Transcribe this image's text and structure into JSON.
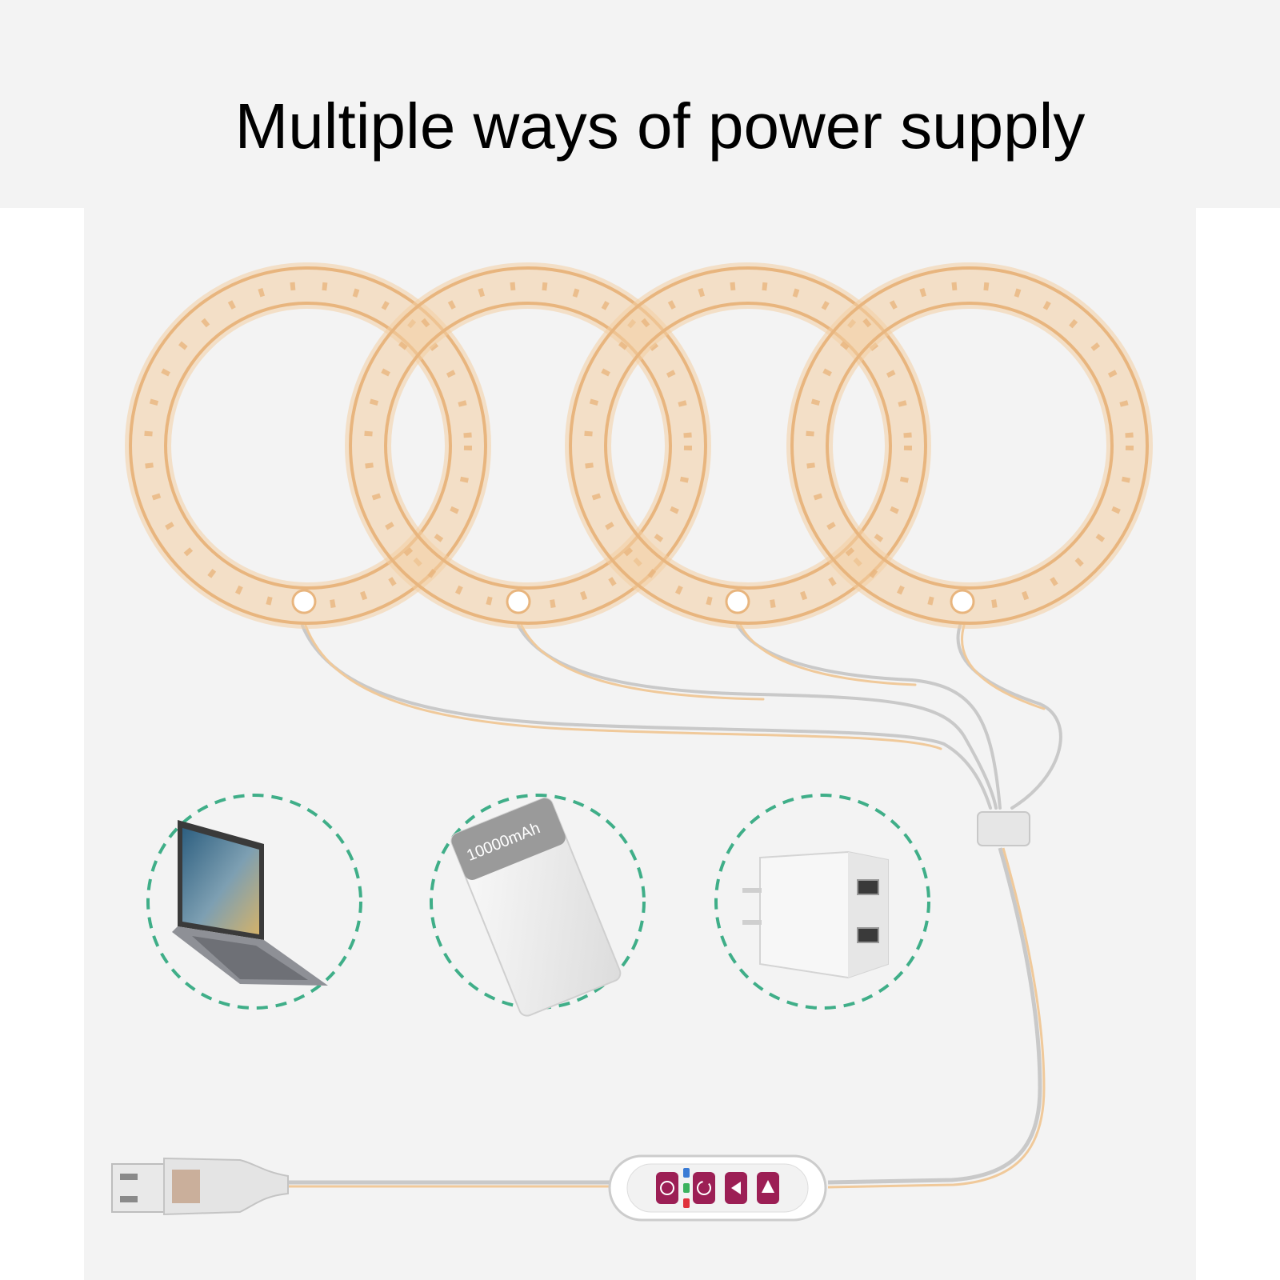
{
  "header": {
    "title": "Multiple ways of power supply"
  },
  "colors": {
    "ring_gold": "#e8b57e",
    "ring_glow": "#f4d2ab",
    "dashed_circle": "#3fae88",
    "cable_orange": "#f0c99a",
    "cable_grey": "#c9c9c9",
    "controller_button": "#9c1f55"
  },
  "rings": [
    {
      "name": "ring-light-1"
    },
    {
      "name": "ring-light-2"
    },
    {
      "name": "ring-light-3"
    },
    {
      "name": "ring-light-4"
    }
  ],
  "power_sources": [
    {
      "name": "laptop",
      "icon": "laptop-icon"
    },
    {
      "name": "power-bank",
      "icon": "power-bank-icon",
      "printed_text": "10000mAh"
    },
    {
      "name": "wall-adapter",
      "icon": "usb-wall-charger-icon"
    }
  ],
  "controller": {
    "buttons": [
      "power-icon",
      "timer-cycle-icon",
      "brightness-down-icon",
      "brightness-up-icon"
    ]
  }
}
